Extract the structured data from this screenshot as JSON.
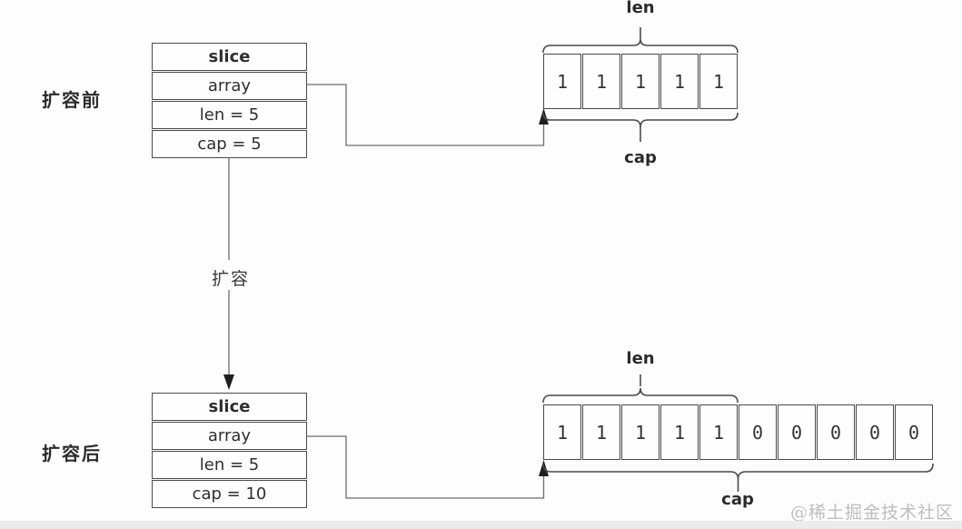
{
  "page": {
    "watermark": "@稀土掘金技术社区",
    "background_color": "#fdfdfd",
    "footer_strip_color": "#ececec",
    "line_color": "#4a4a4a",
    "watermark_color": "#bdbdbd"
  },
  "before": {
    "label": "扩容前",
    "struct": {
      "title": "slice",
      "rows": [
        "array",
        "len = 5",
        "cap = 5"
      ]
    },
    "array": {
      "cells": [
        "1",
        "1",
        "1",
        "1",
        "1"
      ],
      "len_label": "len",
      "cap_label": "cap"
    }
  },
  "transition": {
    "label": "扩容"
  },
  "after": {
    "label": "扩容后",
    "struct": {
      "title": "slice",
      "rows": [
        "array",
        "len = 5",
        "cap = 10"
      ]
    },
    "array": {
      "cells": [
        "1",
        "1",
        "1",
        "1",
        "1",
        "0",
        "0",
        "0",
        "0",
        "0"
      ],
      "len_label": "len",
      "cap_label": "cap"
    }
  }
}
